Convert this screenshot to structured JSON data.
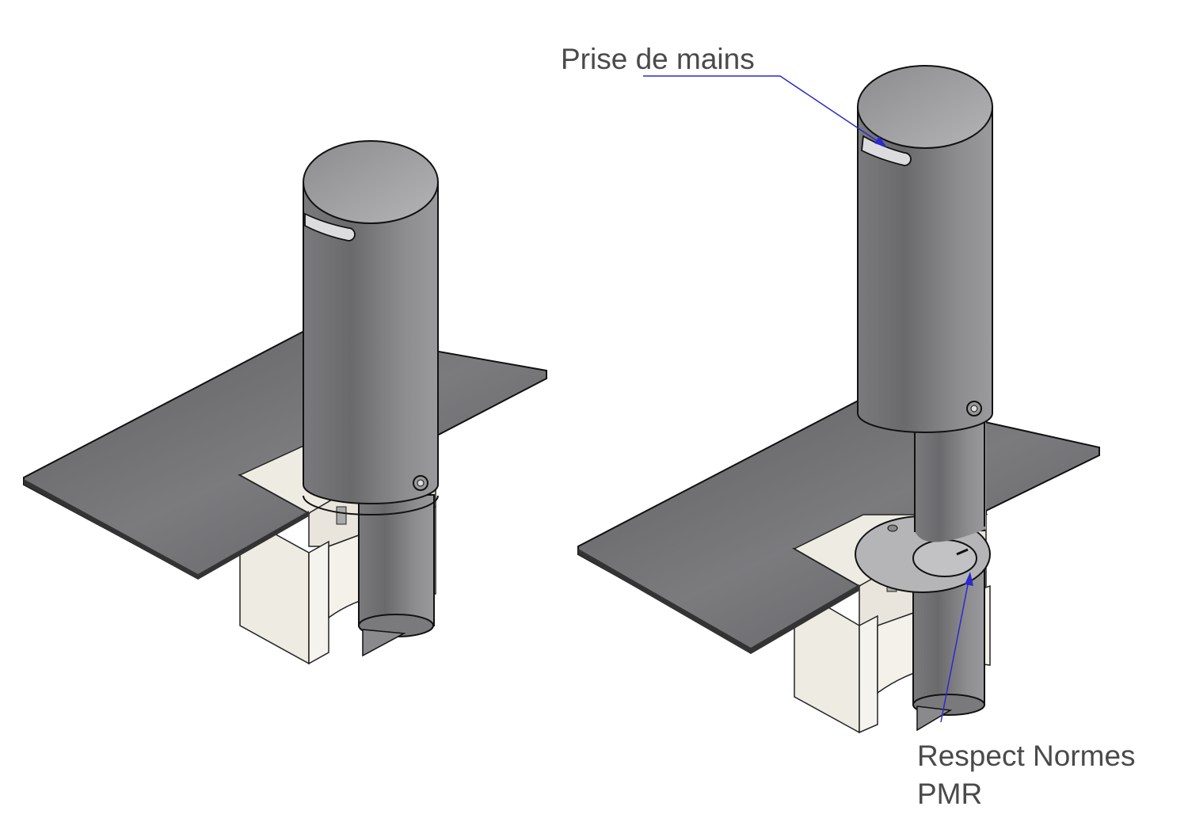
{
  "annotations": {
    "handle_label": "Prise de mains",
    "pmr_label_line1": "Respect Normes",
    "pmr_label_line2": "PMR"
  },
  "colors": {
    "plate": "#6f6f72",
    "cylinder": "#8a8a8d",
    "sleeve": "#eeebe3",
    "leader": "#2a2ad0",
    "text": "#4a4a4a"
  }
}
